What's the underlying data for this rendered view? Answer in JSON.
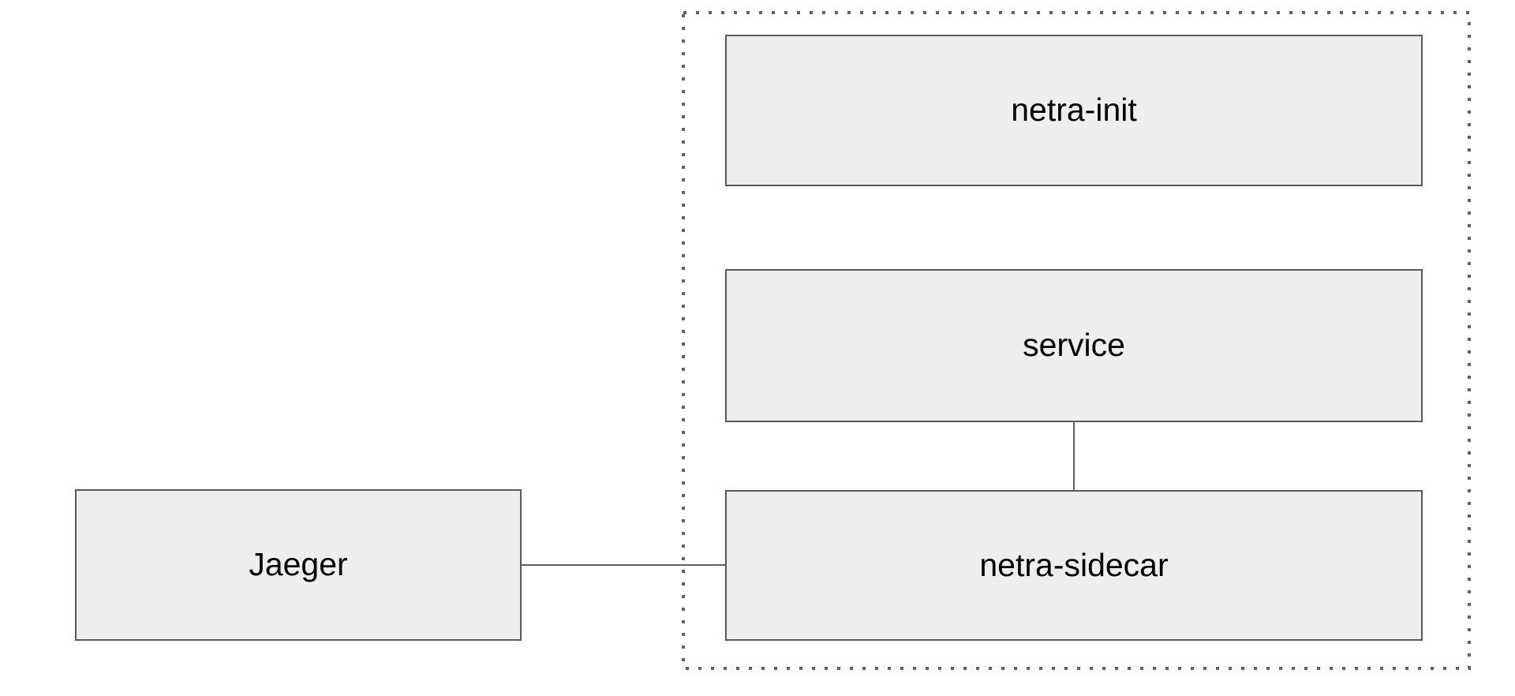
{
  "diagram": {
    "nodes": {
      "netra_init": {
        "label": "netra-init"
      },
      "service": {
        "label": "service"
      },
      "netra_sidecar": {
        "label": "netra-sidecar"
      },
      "jaeger": {
        "label": "Jaeger"
      }
    },
    "edges": [
      {
        "from": "Jaeger",
        "to": "netra-sidecar",
        "style": "solid"
      },
      {
        "from": "service",
        "to": "netra-sidecar",
        "style": "solid"
      }
    ],
    "group_container": {
      "contains": [
        "netra-init",
        "service",
        "netra-sidecar"
      ],
      "border_style": "dotted"
    },
    "colors": {
      "background": "#ffffff",
      "node_fill": "#eeeeee",
      "node_stroke": "#595959",
      "edge_stroke": "#616161",
      "container_dotted_stroke": "#616161",
      "text": "#000000"
    }
  }
}
